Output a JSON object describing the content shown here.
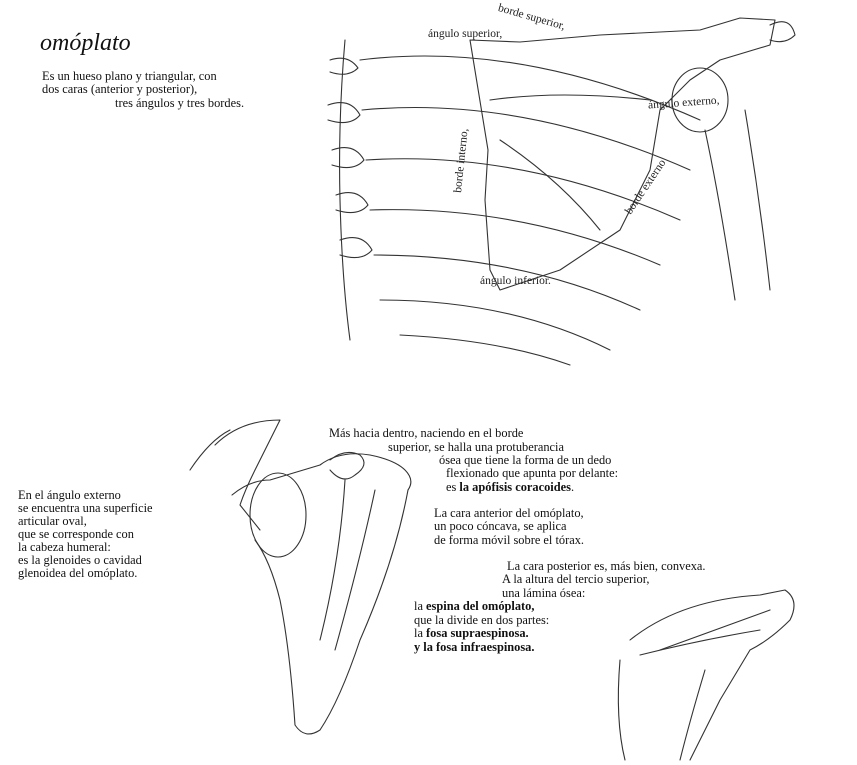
{
  "title": "omóplato",
  "intro": {
    "l1": "Es un hueso plano y triangular, con",
    "l2": "dos caras (anterior y posterior),",
    "l3": "tres ángulos y tres bordes."
  },
  "labels": {
    "borde_superior": "borde superior,",
    "angulo_superior": "ángulo superior,",
    "angulo_externo": "ángulo externo,",
    "borde_interno": "borde interno,",
    "borde_externo": "borde externo",
    "angulo_inferior": "ángulo inferior."
  },
  "left_text": {
    "l1": "En el ángulo externo",
    "l2": "se encuentra una superficie",
    "l3": "articular oval,",
    "l4": "que se corresponde con",
    "l5": "la cabeza humeral:",
    "l6": "es la glenoides o cavidad",
    "l7": "glenoidea del omóplato."
  },
  "coracoid_text": {
    "l1": "Más hacia dentro, naciendo en el borde",
    "l2": "superior, se halla una protuberancia",
    "l3": "ósea que tiene la forma de un dedo",
    "l4": "flexionado que apunta por delante:",
    "l5_a": "es ",
    "l5_b": "la apófisis coracoides",
    "l5_c": "."
  },
  "anterior_text": {
    "l1": "La cara anterior del omóplato,",
    "l2": "un poco cóncava, se aplica",
    "l3": "de forma móvil sobre el tórax."
  },
  "posterior_text": {
    "l1": "La cara posterior es, más bien, convexa.",
    "l2": "A la altura del tercio superior,",
    "l3": "una lámina ósea:",
    "l4_a": "la ",
    "l4_b": "espina del omóplato,",
    "l5": "que la divide en dos partes:",
    "l6_a": "la ",
    "l6_b": "fosa supraespinosa.",
    "l7": "y la fosa infraespinosa."
  }
}
